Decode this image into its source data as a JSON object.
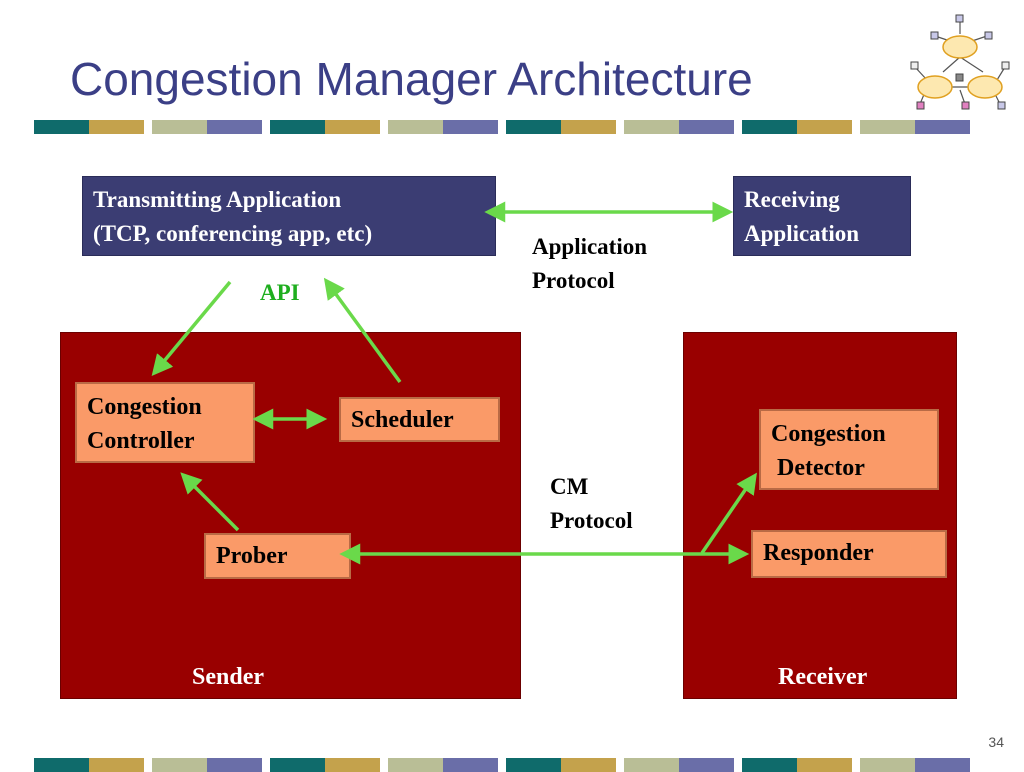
{
  "title": "Congestion Manager Architecture",
  "nodes": {
    "transmitting_app": {
      "line1": "Transmitting Application",
      "line2": "(TCP, conferencing app, etc)"
    },
    "receiving_app": {
      "line1": "Receiving",
      "line2": "Application"
    },
    "congestion_controller": {
      "line1": "Congestion",
      "line2": "Controller"
    },
    "scheduler": "Scheduler",
    "prober": "Prober",
    "congestion_detector": {
      "line1": "Congestion",
      "line2": " Detector"
    },
    "responder": "Responder",
    "sender": "Sender",
    "receiver": "Receiver"
  },
  "edge_labels": {
    "application_protocol": {
      "line1": "Application",
      "line2": "Protocol"
    },
    "api": "API",
    "cm_protocol": {
      "line1": "CM",
      "line2": "Protocol"
    }
  },
  "page_number": "34",
  "colors": {
    "title": "#3b3f86",
    "navy_box": "#3b3d73",
    "red_box": "#990000",
    "orange_box": "#fa9a68",
    "arrow": "#6ad94a",
    "stripe": [
      "#0f6b6b",
      "#c4a24c",
      "#b9be96",
      "#6a6ea8"
    ]
  },
  "logo": "network-clouds-icon"
}
